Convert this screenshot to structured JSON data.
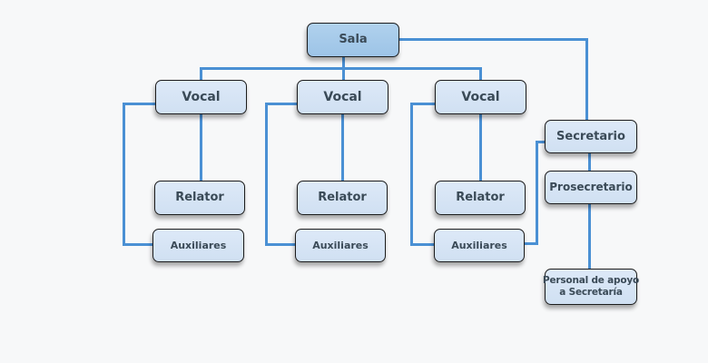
{
  "nodes": {
    "sala": "Sala",
    "vocal_1": "Vocal",
    "vocal_2": "Vocal",
    "vocal_3": "Vocal",
    "relator_1": "Relator",
    "relator_2": "Relator",
    "relator_3": "Relator",
    "auxiliares_1": "Auxiliares",
    "auxiliares_2": "Auxiliares",
    "auxiliares_3": "Auxiliares",
    "secretario": "Secretario",
    "prosecretario": "Prosecretario",
    "personal_apoyo": {
      "line1": "Personal de apoyo",
      "line2": "a Secretaría"
    }
  },
  "hierarchy": {
    "root": "Sala",
    "children": [
      {
        "label": "Vocal",
        "children": [
          "Relator",
          "Auxiliares"
        ]
      },
      {
        "label": "Vocal",
        "children": [
          "Relator",
          "Auxiliares"
        ]
      },
      {
        "label": "Vocal",
        "children": [
          "Relator",
          "Auxiliares"
        ]
      },
      {
        "label": "Secretario",
        "children": [
          {
            "label": "Prosecretario",
            "children": [
              "Personal de apoyo a Secretaría"
            ]
          }
        ]
      }
    ],
    "extra_links": [
      "Secretario–Auxiliares (third group)"
    ]
  },
  "colors": {
    "connector": "#4a90d4",
    "node_fill": "#d6e4f4",
    "root_fill": "#a6c9e9",
    "node_border": "#1c1c1c",
    "text": "#3a4a57",
    "background": "#f7f8f9"
  }
}
